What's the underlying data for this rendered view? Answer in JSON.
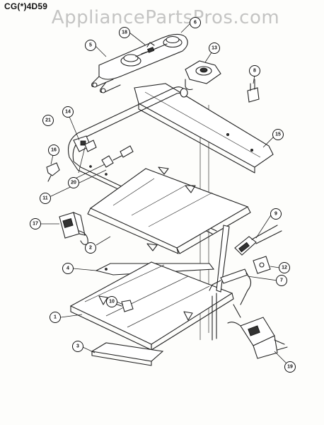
{
  "header": {
    "model_code": "CG(*)4D59",
    "watermark": "AppliancePartsPros.com"
  },
  "callouts": [
    "1",
    "2",
    "3",
    "4",
    "5",
    "6",
    "7",
    "8",
    "9",
    "10",
    "11",
    "12",
    "13",
    "14",
    "15",
    "16",
    "17",
    "18",
    "19",
    "20",
    "21"
  ]
}
